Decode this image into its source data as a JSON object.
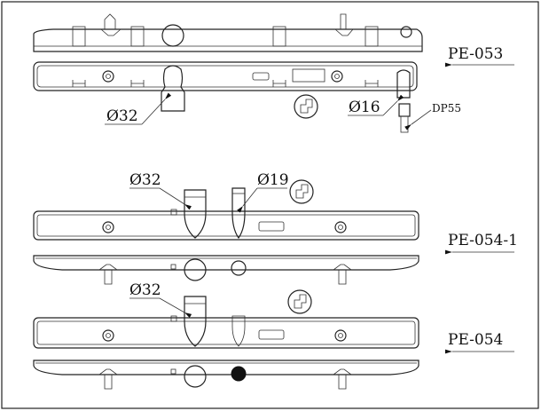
{
  "parts": [
    {
      "code": "PE-053",
      "callouts": [
        "Ø32",
        "Ø16"
      ],
      "accessory": "DP55"
    },
    {
      "code": "PE-054-1",
      "callouts": [
        "Ø32",
        "Ø19"
      ]
    },
    {
      "code": "PE-054",
      "callouts": [
        "Ø32"
      ]
    }
  ],
  "colors": {
    "line": "#222222",
    "background": "#ffffff"
  }
}
